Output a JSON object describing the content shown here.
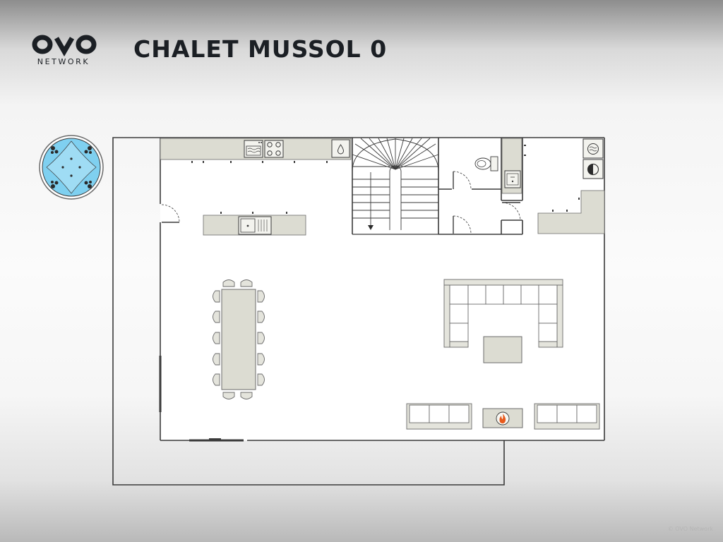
{
  "brand": {
    "logo_text": "OVO",
    "logo_subtext": "NETWORK"
  },
  "page": {
    "title": "CHALET MUSSOL 0"
  },
  "footer": {
    "copyright": "© OVO Network"
  },
  "icons": [
    "hot-tub-icon",
    "oven-icon",
    "hob-icon",
    "water-drop-icon",
    "sink-icon",
    "toilet-icon",
    "washing-machine-icon",
    "dryer-icon",
    "fireplace-icon",
    "stairs-arrow-icon"
  ],
  "colors": {
    "furniture_fill": "#dcdcd2",
    "wall_stroke": "#3a3a3a",
    "floor_fill": "#ffffff",
    "hot_tub_water": "#7fd0f0",
    "fire": "#e85a1c",
    "title_text": "#1b1f24"
  }
}
